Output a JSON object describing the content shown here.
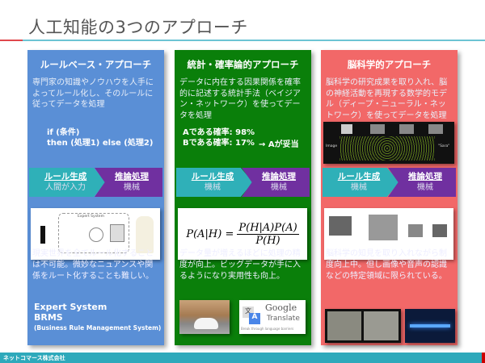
{
  "title": "人工知能の3つのアプローチ",
  "panels": [
    {
      "heading": "ルールベース・アプローチ",
      "description": "専門家の知識やノウハウを人手によってルール化し、そのルールに従ってデータを処理",
      "code_line1": "if (条件)",
      "code_line2": "then (処理1) else (処理2)",
      "step1_title": "ルール生成",
      "step1_sub": "人間が入力",
      "step2_title": "推論処理",
      "step2_sub": "機械",
      "image_label": "Expert System",
      "limitation": "現実世界を全てルール化することは不可能。微妙なニュアンスや関係をルート化することも難しい。",
      "example1": "Expert System",
      "example2": "BRMS",
      "example3": "(Business Rule Management System)",
      "color": "#5a8fd6"
    },
    {
      "heading": "統計・確率論的アプローチ",
      "description": "データに内在する因果関係を確率的に記述する統計手法（ベイジアン・ネットワーク）を使ってデータを処理",
      "prob_a": "Aである確率: 98%",
      "prob_b": "Bである確率: 17%",
      "conclusion": "→ Aが妥当",
      "step1_title": "ルール生成",
      "step1_sub": "機械",
      "step2_title": "推論処理",
      "step2_sub": "機械",
      "formula_lhs": "P(A|H) =",
      "formula_num": "P(H|A)P(A)",
      "formula_den": "P(H)",
      "limitation": "データ量が増えるほどに処理の精度が向上。ビッグデータが手に入るようになり実用性も向上。",
      "logo_google": "Google",
      "logo_translate": "Translate",
      "logo_tagline": "Break through language barriers",
      "color": "#0a7f0a"
    },
    {
      "heading": "脳科学的アプローチ",
      "description": "脳科学の研究成果を取り入れ、脳の神経活動を再現する数学的モデル（ディープ・ニューラル・ネットワーク）を使ってデータを処理",
      "nn_input": "Image",
      "nn_output": "\"Sara\"",
      "step1_title": "ルール生成",
      "step1_sub": "機械",
      "step2_title": "推論処理",
      "step2_sub": "機械",
      "limitation": "脳科学の知見を取り入れながら制度向上中。但し画像や音声の認識などの特定領域に限られている。",
      "color": "#f26868"
    }
  ],
  "footer": "ネットコマース株式会社"
}
